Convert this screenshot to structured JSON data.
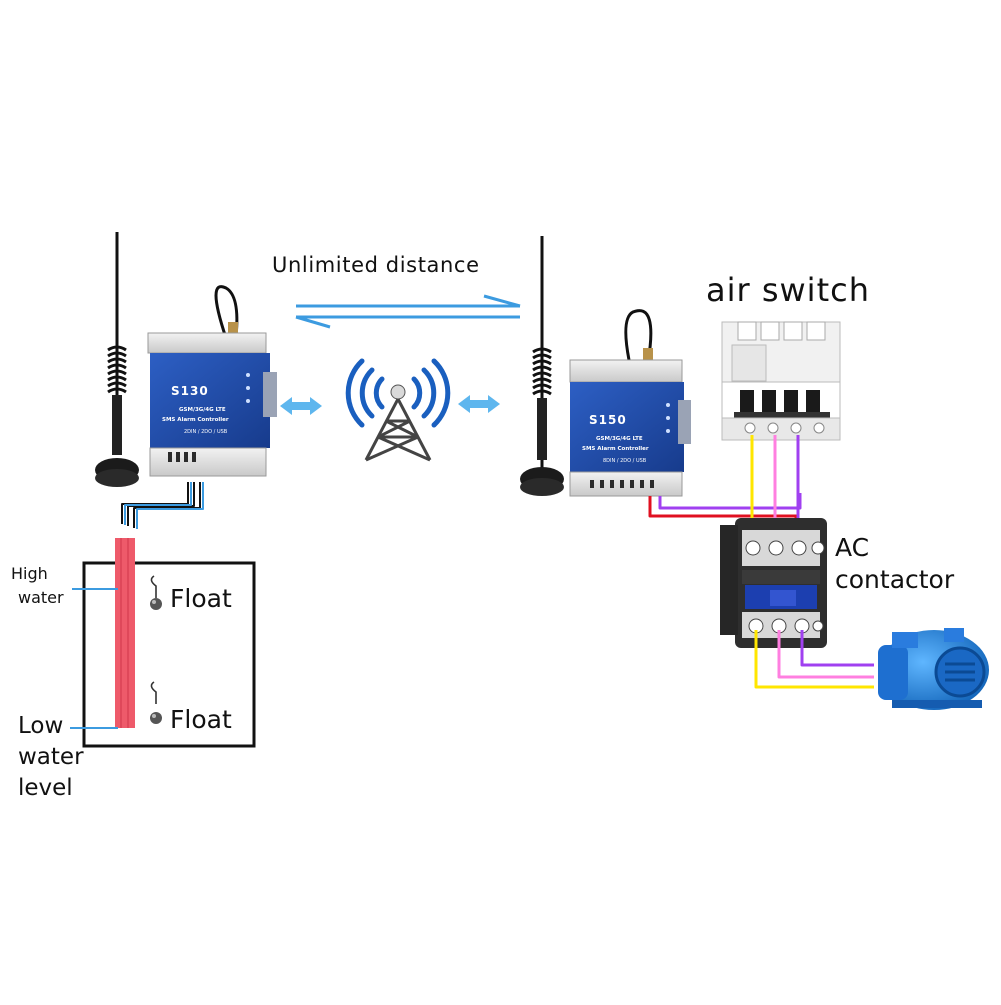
{
  "labels": {
    "distance": "Unlimited distance",
    "air_switch": "air switch",
    "ac_contactor_line1": "AC",
    "ac_contactor_line2": "contactor",
    "high_water_line1": "High",
    "high_water_line2": "water",
    "float_upper": "Float",
    "float_lower": "Float",
    "low_water_line1": "Low",
    "low_water_line2": "water",
    "low_water_line3": "level"
  },
  "devices": {
    "left_controller": {
      "model": "S130",
      "bands": "GSM/3G/4G LTE",
      "name": "SMS Alarm Controller",
      "io": "2DIN / 2DO / USB"
    },
    "right_controller": {
      "model": "S150",
      "bands": "GSM/3G/4G LTE",
      "name": "SMS Alarm Controller",
      "io": "8DIN / 2DO / USB"
    }
  },
  "colors": {
    "controller_blue": "#1f4aa8",
    "signal_arrow": "#3c9be0",
    "sensor_wire_red": "#ee5a6a",
    "wire_yellow": "#ffe600",
    "wire_pink": "#ff7fe0",
    "wire_purple": "#a040f0",
    "wire_red": "#e01020"
  },
  "icons": [
    "cell-tower-icon",
    "antenna-icon",
    "bidirectional-arrow-icon",
    "float-switch-icon",
    "water-pump-icon"
  ]
}
